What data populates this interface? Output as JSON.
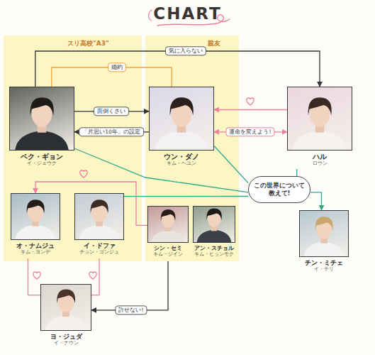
{
  "diagram": {
    "title": "CHART",
    "nodes": [
      {
        "text": [
          "スリ高校\"A3\""
        ]
      },
      {
        "text": [
          "ペク・ギョン",
          "イ・ジェウク"
        ],
        "in": 0
      },
      {
        "text": [
          "親友"
        ]
      },
      {
        "text": [
          "ウン・ダノ",
          "キム・ヘユン"
        ],
        "in": 2
      },
      {
        "text": [
          "ハル",
          "ロウン"
        ]
      },
      {
        "text": [
          "この世界について 教えて!"
        ]
      },
      {
        "text": [
          "オ・ナムジュ",
          "キム・ヨンデ"
        ],
        "in": 0
      },
      {
        "text": [
          "イ・ドファ",
          "チョン・ゴンジュ"
        ],
        "in": 0
      },
      {
        "text": [
          "シン・セミ",
          "キム・ジイン"
        ],
        "in": 2
      },
      {
        "text": [
          "アン・スチョル",
          "キム・ヒョンモク"
        ],
        "in": 2
      },
      {
        "text": [
          "チン・ミチェ",
          "イ・テリ"
        ]
      },
      {
        "text": [
          "ヨ・ジュダ",
          "イ・ナウン"
        ]
      }
    ],
    "edges": [
      {
        "from": 1,
        "to": 4,
        "arrow": "to",
        "label": "気に入らない"
      },
      {
        "from": 1,
        "to": 3,
        "arrow": "none",
        "label": "婚約"
      },
      {
        "from": 1,
        "to": 3,
        "arrow": "to",
        "label": "面倒くさい"
      },
      {
        "from": 3,
        "to": 1,
        "arrow": "to",
        "label": "「片思い10年」の設定"
      },
      {
        "from": 4,
        "to": 3,
        "arrow": "to"
      },
      {
        "from": 3,
        "to": 4,
        "arrow": "both",
        "label": "運命を変えよう!"
      },
      {
        "from": 1,
        "to": 5,
        "arrow": "none"
      },
      {
        "from": 3,
        "to": 5,
        "arrow": "none"
      },
      {
        "from": 4,
        "to": 5,
        "arrow": "none"
      },
      {
        "from": 7,
        "to": 5,
        "arrow": "none"
      },
      {
        "from": 5,
        "to": 10,
        "arrow": "to"
      },
      {
        "from": 8,
        "to": 6,
        "arrow": "to"
      },
      {
        "from": 6,
        "to": 11,
        "arrow": "none"
      },
      {
        "from": 7,
        "to": 11,
        "arrow": "none"
      },
      {
        "from": 8,
        "to": 11,
        "arrow": "to",
        "label": "許せない!"
      }
    ]
  }
}
